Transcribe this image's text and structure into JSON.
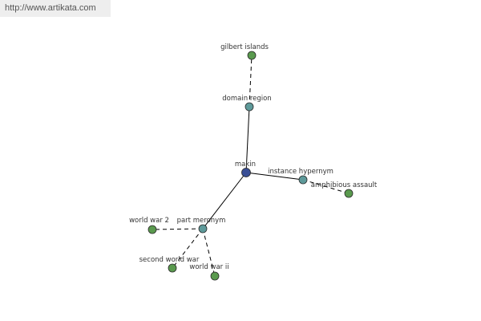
{
  "watermark": "http://www.artikata.com",
  "colors": {
    "center_node": "#3a4f96",
    "relation_node": "#5e9a9a",
    "leaf_node": "#5a9a4e",
    "node_stroke": "#2a2a2a",
    "edge": "#000000"
  },
  "graph": {
    "nodes": [
      {
        "id": "makin",
        "label": "makin",
        "kind": "center"
      },
      {
        "id": "domain-region",
        "label": "domain region",
        "kind": "relation"
      },
      {
        "id": "gilbert-islands",
        "label": "gilbert islands",
        "kind": "leaf"
      },
      {
        "id": "instance-hypernym",
        "label": "instance hypernym",
        "kind": "relation"
      },
      {
        "id": "amphibious-assault",
        "label": "amphibious assault",
        "kind": "leaf"
      },
      {
        "id": "part-meronym",
        "label": "part meronym",
        "kind": "relation"
      },
      {
        "id": "world-war-2",
        "label": "world war 2",
        "kind": "leaf"
      },
      {
        "id": "second-world-war",
        "label": "second world war",
        "kind": "leaf"
      },
      {
        "id": "world-war-ii",
        "label": "world war ii",
        "kind": "leaf"
      }
    ],
    "edges": [
      {
        "from": "makin",
        "to": "domain-region",
        "style": "solid"
      },
      {
        "from": "domain-region",
        "to": "gilbert-islands",
        "style": "dashed"
      },
      {
        "from": "makin",
        "to": "instance-hypernym",
        "style": "solid"
      },
      {
        "from": "instance-hypernym",
        "to": "amphibious-assault",
        "style": "dashed"
      },
      {
        "from": "makin",
        "to": "part-meronym",
        "style": "solid"
      },
      {
        "from": "part-meronym",
        "to": "world-war-2",
        "style": "dashed"
      },
      {
        "from": "part-meronym",
        "to": "second-world-war",
        "style": "dashed"
      },
      {
        "from": "part-meronym",
        "to": "world-war-ii",
        "style": "dashed"
      }
    ]
  }
}
